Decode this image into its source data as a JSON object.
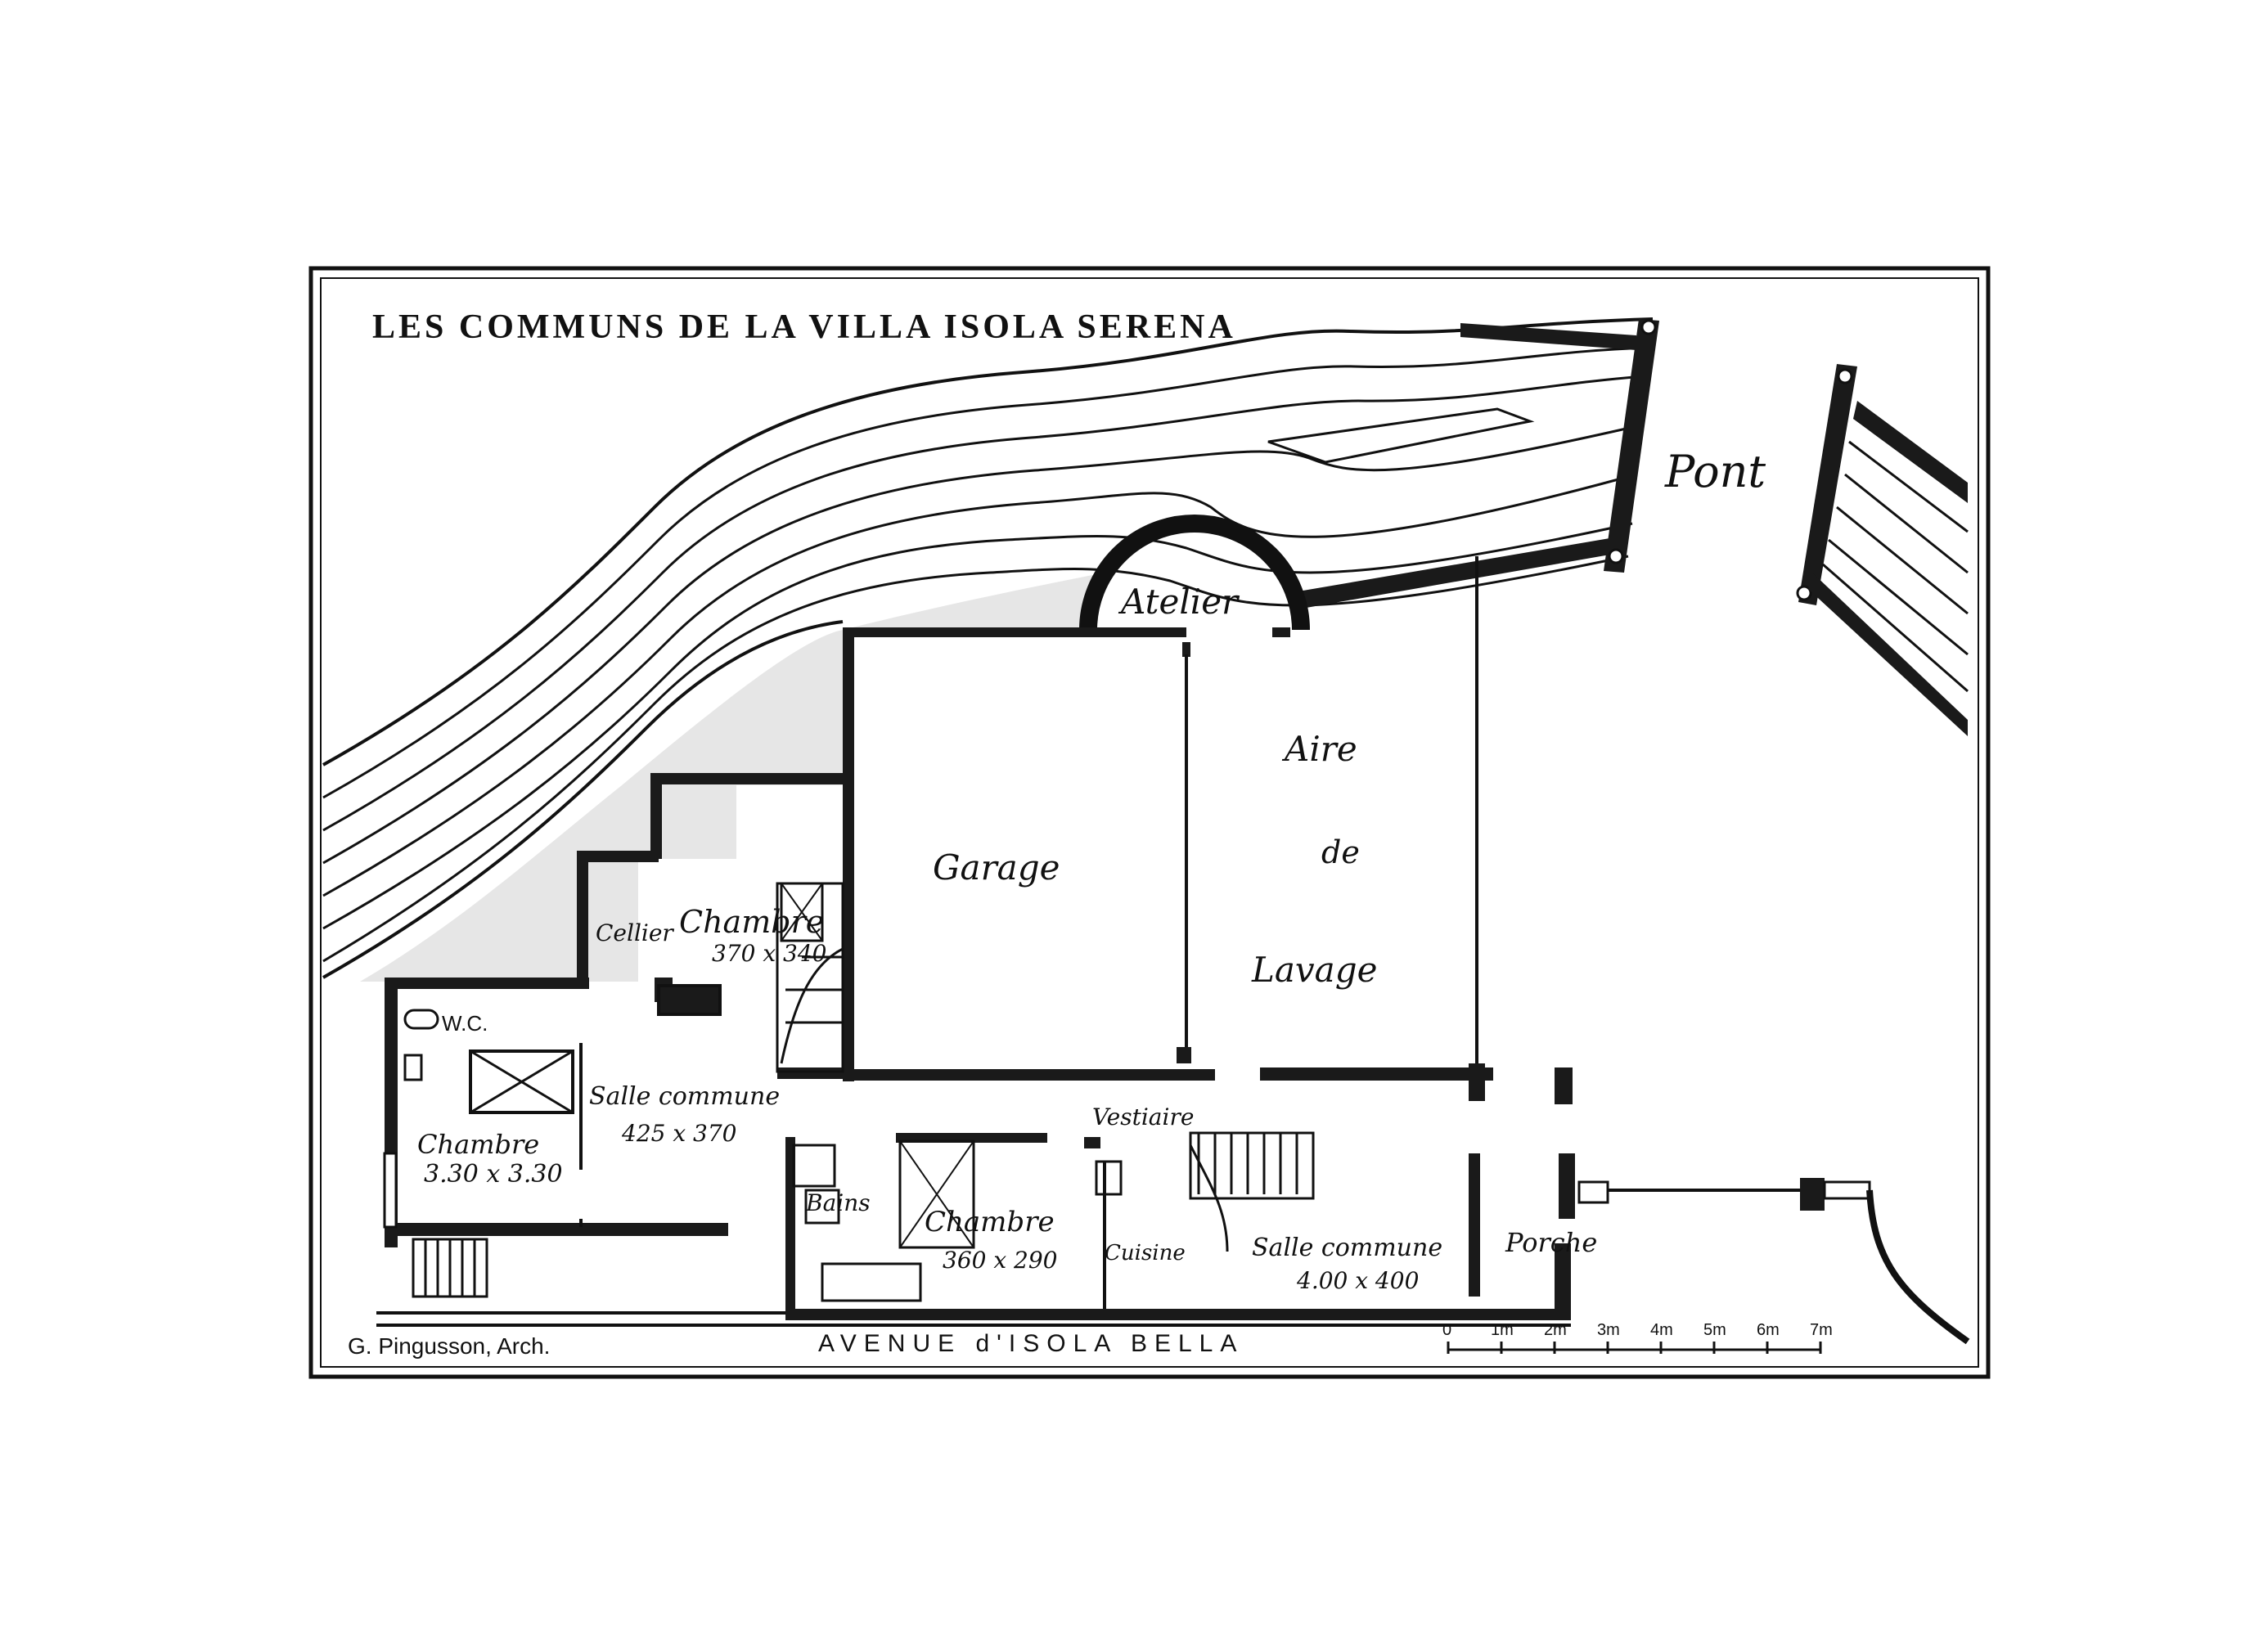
{
  "plan": {
    "title": "LES COMMUNS DE LA VILLA ISOLA SERENA",
    "architect": "G. Pingusson, Arch.",
    "street": "AVENUE d'ISOLA BELLA",
    "rooms": {
      "pont": "Pont",
      "atelier": "Atelier",
      "garage": "Garage",
      "aire_1": "Aire",
      "aire_2": "de",
      "aire_3": "Lavage",
      "cellier": "Cellier",
      "chambre_1": "Chambre",
      "chambre_1_dim": "370 x 340",
      "wc": "W.C.",
      "salle_1": "Salle commune",
      "salle_1_dim": "425 x 370",
      "chambre_2": "Chambre",
      "chambre_2_dim": "3.30 x 3.30",
      "bains": "Bains",
      "chambre_3": "Chambre",
      "chambre_3_dim": "360 x 290",
      "vestiaire": "Vestiaire",
      "cuisine": "Cuisine",
      "salle_2": "Salle commune",
      "salle_2_dim": "4.00 x 400",
      "porche": "Porche"
    },
    "scale": {
      "ticks": [
        "0",
        "1m",
        "2m",
        "3m",
        "4m",
        "5m",
        "6m",
        "7m"
      ]
    }
  },
  "colors": {
    "ink": "#111111",
    "paper": "#ffffff"
  }
}
